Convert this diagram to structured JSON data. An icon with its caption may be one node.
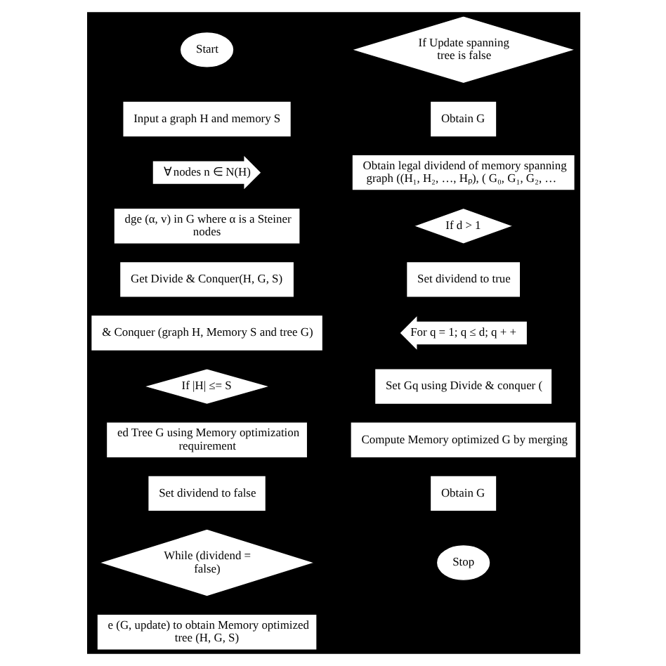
{
  "diagram": {
    "nodes": [
      {
        "text": [
          "Start"
        ]
      },
      {
        "text": [
          "Input a graph H and memory S"
        ]
      },
      {
        "text": [
          "∀ nodes n ∈ N(H)"
        ]
      },
      {
        "text": [
          "dge (α, v) in G where α is a Steiner nodes"
        ]
      },
      {
        "text": [
          "Get Divide & Conquer(H, G, S)"
        ]
      },
      {
        "text": [
          "& Conquer (graph H, Memory S and tree G)"
        ]
      },
      {
        "text": [
          "If |H| ≤= S"
        ]
      },
      {
        "text": [
          "ed Tree G using Memory optimization requirement"
        ]
      },
      {
        "text": [
          "Set dividend to false"
        ]
      },
      {
        "text": [
          "While (dividend = false)"
        ]
      },
      {
        "text": [
          "e (G, update) to obtain Memory optimized tree (H, G, S)"
        ]
      },
      {
        "text": [
          "If Update spanning tree is false"
        ]
      },
      {
        "text": [
          "Obtain G"
        ]
      },
      {
        "text": [
          "Obtain legal dividend of memory spanning graph ((H₁, H₂, …, Hₚ), ( G₀, G₁, G₂, …"
        ]
      },
      {
        "text": [
          "If d > 1"
        ]
      },
      {
        "text": [
          "Set dividend to true"
        ]
      },
      {
        "text": [
          "For q = 1; q ≤ d; q + +"
        ]
      },
      {
        "text": [
          "Set Gq using Divide & conquer ("
        ]
      },
      {
        "text": [
          "Compute Memory optimized G by merging"
        ]
      },
      {
        "text": [
          "Obtain G"
        ]
      },
      {
        "text": [
          "Stop"
        ]
      }
    ]
  }
}
